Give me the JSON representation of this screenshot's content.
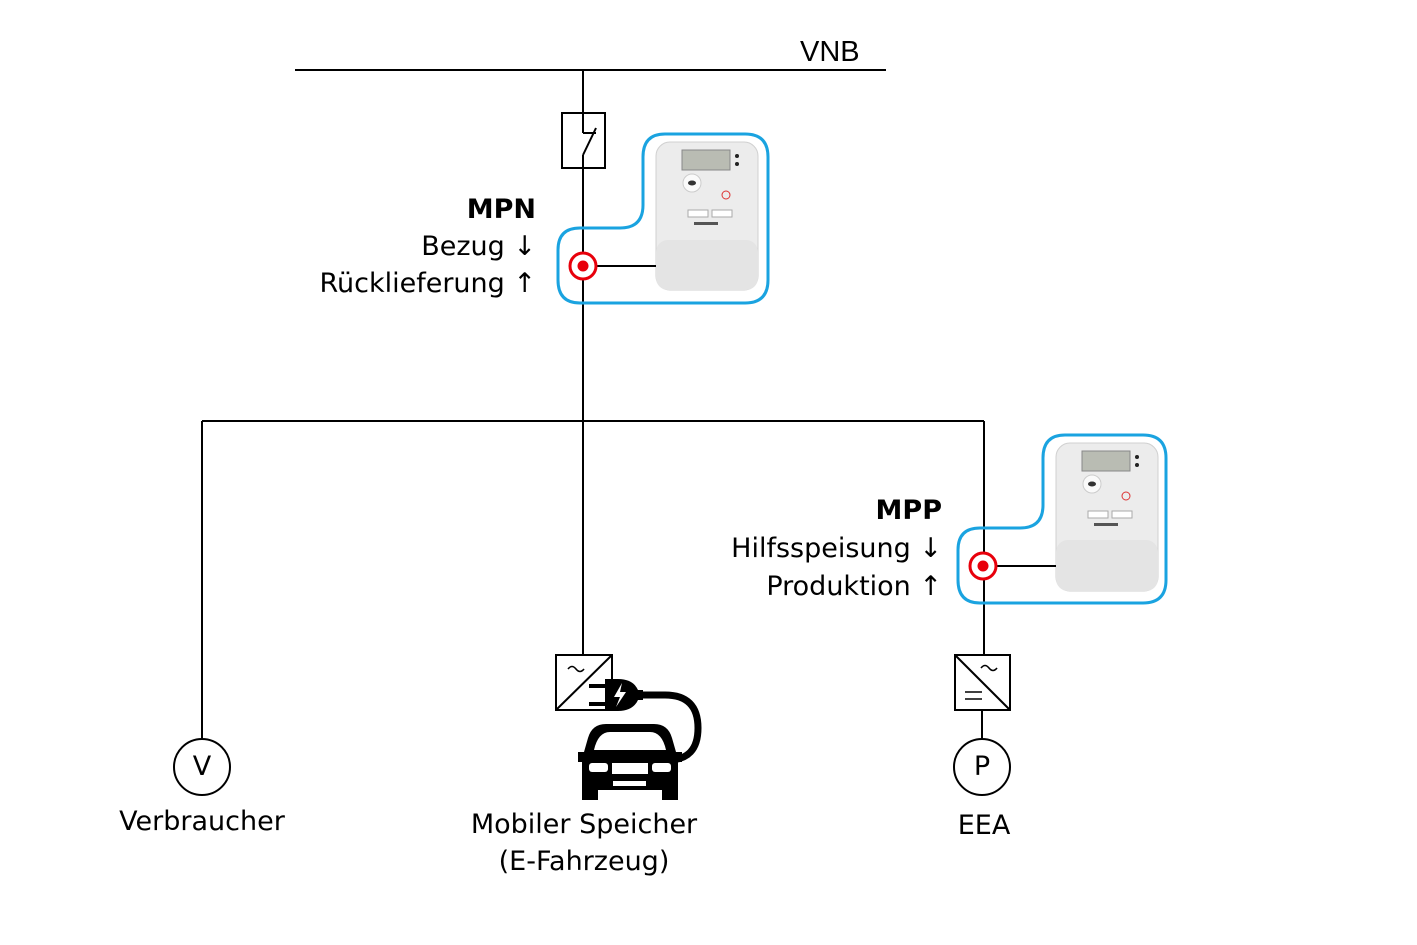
{
  "grid": {
    "label": "VNB"
  },
  "meter_points": [
    {
      "id": "MPN",
      "title": "MPN",
      "line1": "Bezug ↓",
      "line2": "Rücklieferung ↑"
    },
    {
      "id": "MPP",
      "title": "MPP",
      "line1": "Hilfsspeisung ↓",
      "line2": "Produktion ↑"
    }
  ],
  "loads": {
    "consumer": {
      "symbol": "V",
      "label": "Verbraucher"
    },
    "storage": {
      "label_line1": "Mobiler Speicher",
      "label_line2": "(E-Fahrzeug)",
      "inverter_symbol": "~"
    },
    "generator": {
      "symbol": "P",
      "label": "EEA",
      "inverter_ac": "~",
      "inverter_dc": "="
    }
  },
  "colors": {
    "line": "#000000",
    "meter_outline": "#1aa3e0",
    "measure_point": "#e8000b",
    "meter_body": "#eeeeee"
  }
}
